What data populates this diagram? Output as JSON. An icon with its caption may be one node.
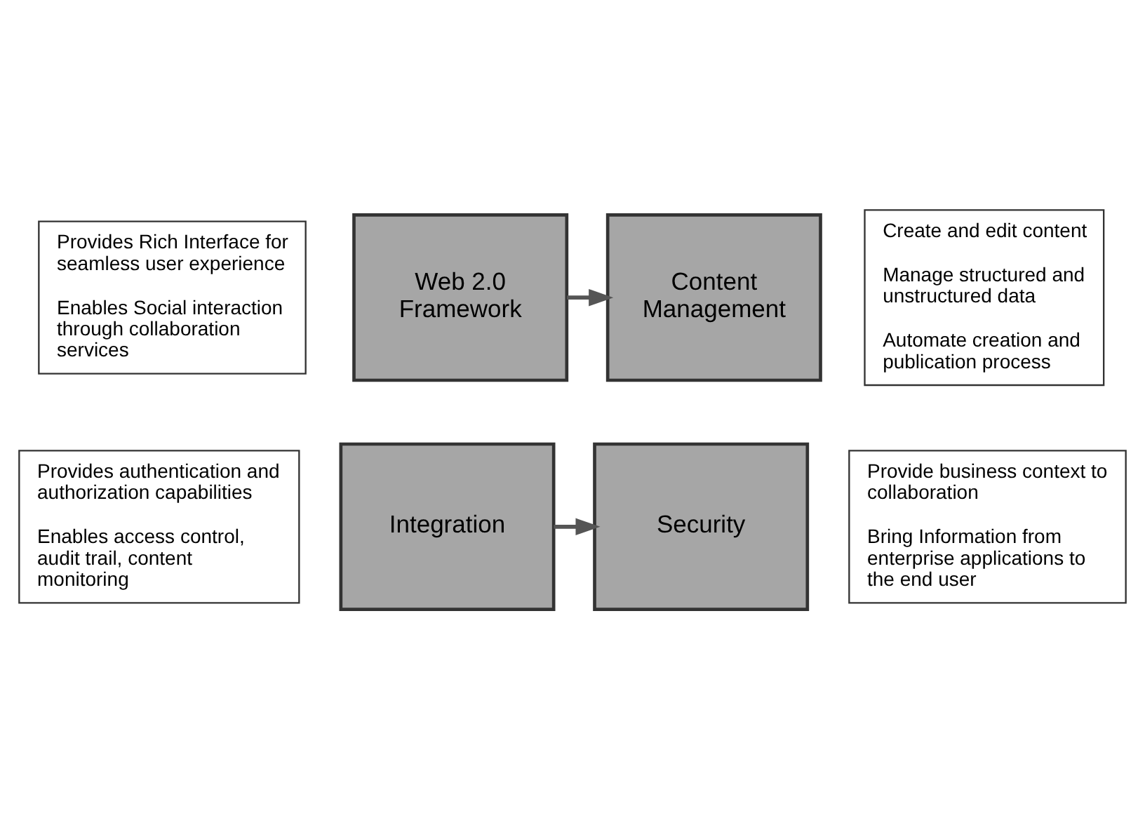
{
  "diagram": {
    "nodes": [
      {
        "text": [
          "Provides Rich Interface for seamless user experience",
          "Enables Social interaction through collaboration services"
        ]
      },
      {
        "text": [
          "Create and edit content",
          "Manage structured and unstructured data",
          "Automate creation and publication process"
        ]
      },
      {
        "text": [
          "Web 2.0 Framework"
        ]
      },
      {
        "text": [
          "Content Management"
        ]
      },
      {
        "text": [
          "Security"
        ]
      },
      {
        "text": [
          "Integration"
        ]
      },
      {
        "text": [
          "Provides authentication and authorization capabilities",
          "Enables access control, audit trail, content monitoring"
        ]
      },
      {
        "text": [
          "Provide business context to collaboration",
          "Bring Information from enterprise applications to the end user"
        ]
      }
    ],
    "edges": [
      {
        "from": 2,
        "to": 3,
        "arrow": "to"
      },
      {
        "from": 5,
        "to": 4,
        "arrow": "to"
      }
    ]
  }
}
